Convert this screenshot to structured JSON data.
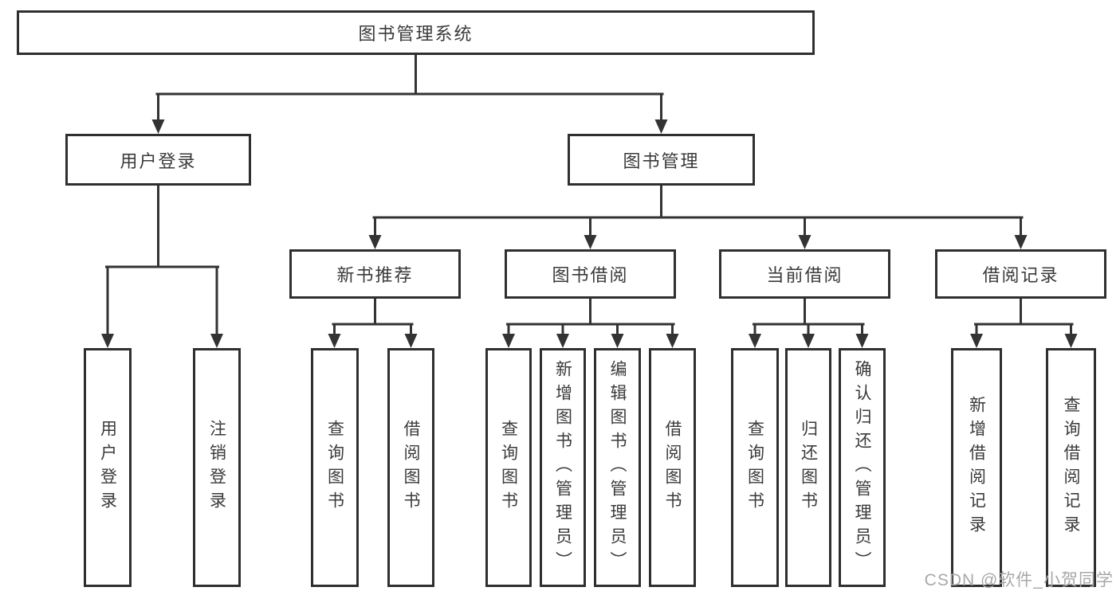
{
  "title": "图书管理系统",
  "colors": {
    "background": "#ffffff",
    "line": "#333333",
    "box_border": "#2f2f2f",
    "text": "#3a3a3a",
    "watermark": "#a8a8a8"
  },
  "tree": {
    "root": {
      "label": "图书管理系统"
    },
    "branches": [
      {
        "label": "用户登录",
        "children": [
          {
            "label": "用户登录"
          },
          {
            "label": "注销登录"
          }
        ]
      },
      {
        "label": "图书管理",
        "children": [
          {
            "label": "新书推荐",
            "children": [
              {
                "label": "查询图书"
              },
              {
                "label": "借阅图书"
              }
            ]
          },
          {
            "label": "图书借阅",
            "children": [
              {
                "label": "查询图书"
              },
              {
                "label": "新增图书（管理员）"
              },
              {
                "label": "编辑图书（管理员）"
              },
              {
                "label": "借阅图书"
              }
            ]
          },
          {
            "label": "当前借阅",
            "children": [
              {
                "label": "查询图书"
              },
              {
                "label": "归还图书"
              },
              {
                "label": "确认归还（管理员）"
              }
            ]
          },
          {
            "label": "借阅记录",
            "children": [
              {
                "label": "新增借阅记录"
              },
              {
                "label": "查询借阅记录"
              }
            ]
          }
        ]
      }
    ]
  },
  "watermark": {
    "text": "CSDN @软件_小贺同学"
  }
}
